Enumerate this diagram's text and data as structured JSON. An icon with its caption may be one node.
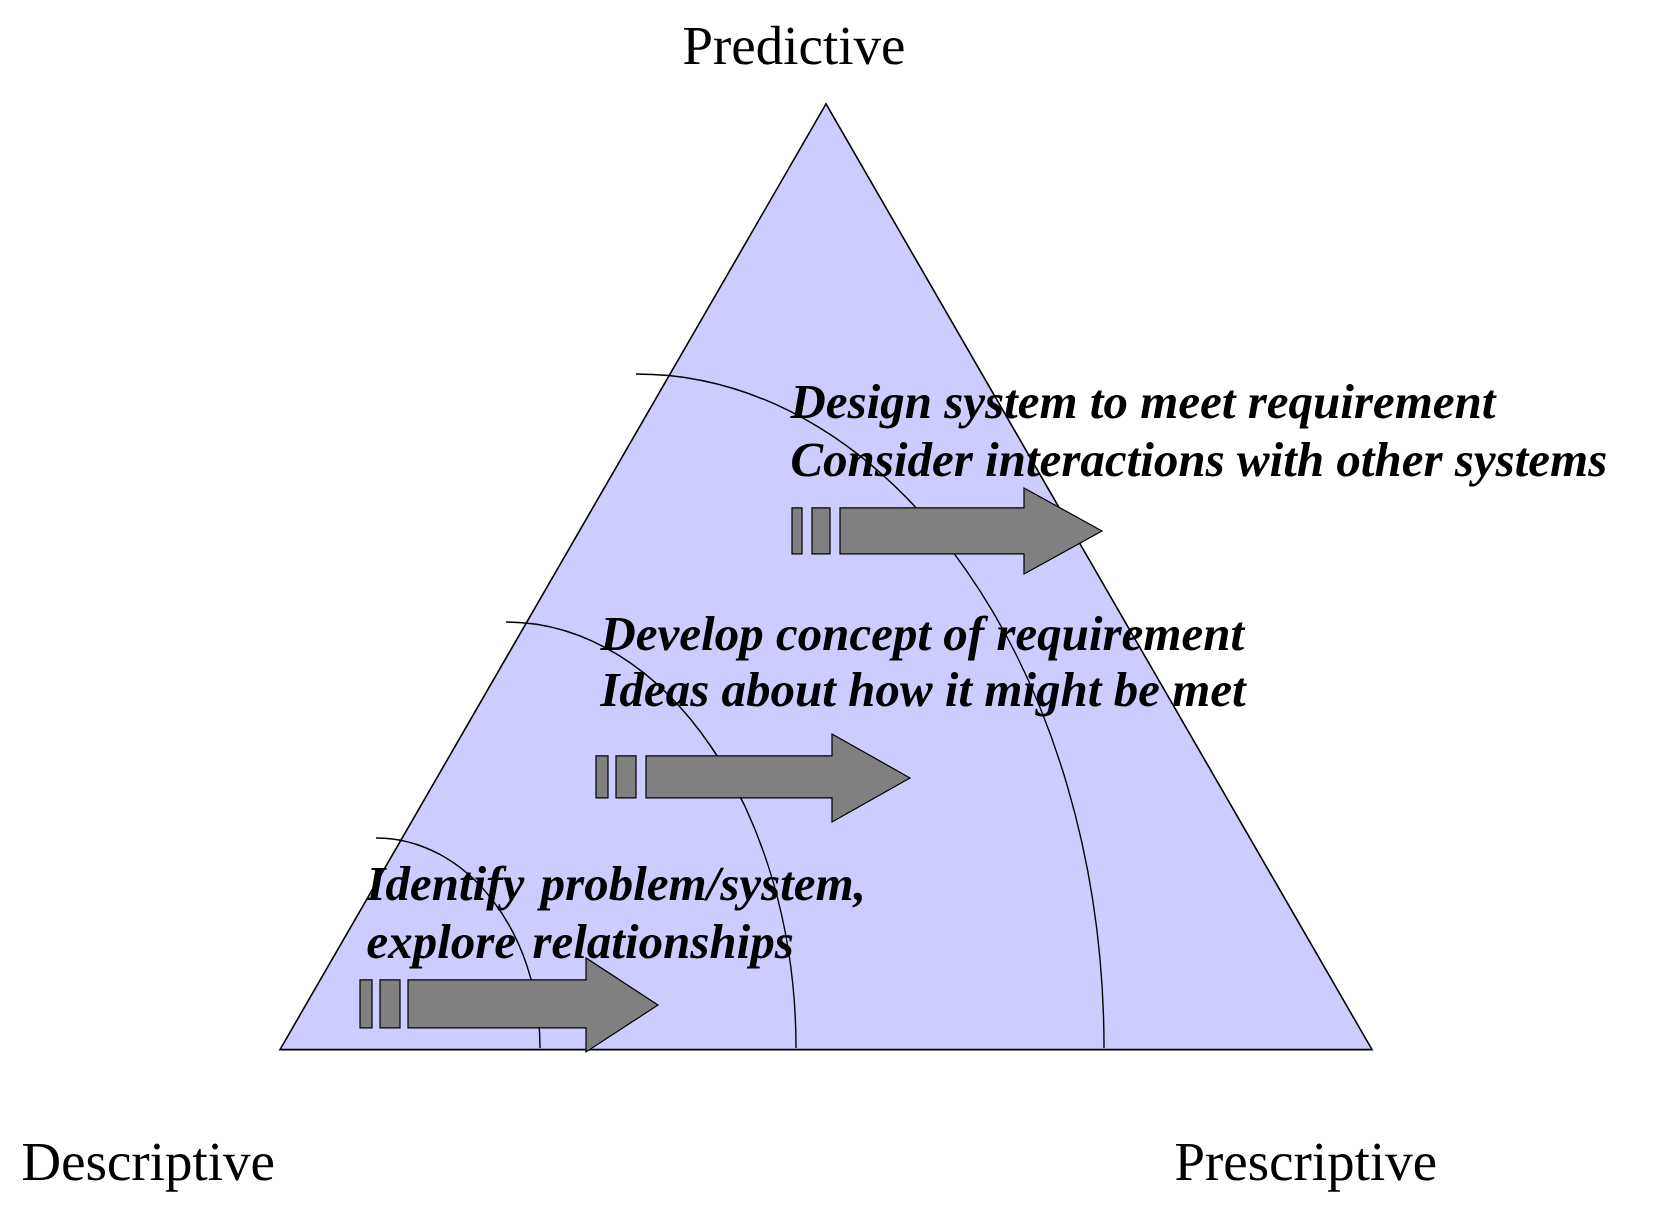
{
  "diagram": {
    "nodes": [
      {
        "text": [
          "Design system to meet requirement",
          "Consider interactions with other systems",
          "Develop concept of requirement",
          "Ideas about how it might be met",
          "Identify problem/system, explore relationships"
        ],
        "beside": [
          "Predictive",
          "Descriptive",
          "Prescriptive"
        ]
      }
    ]
  }
}
